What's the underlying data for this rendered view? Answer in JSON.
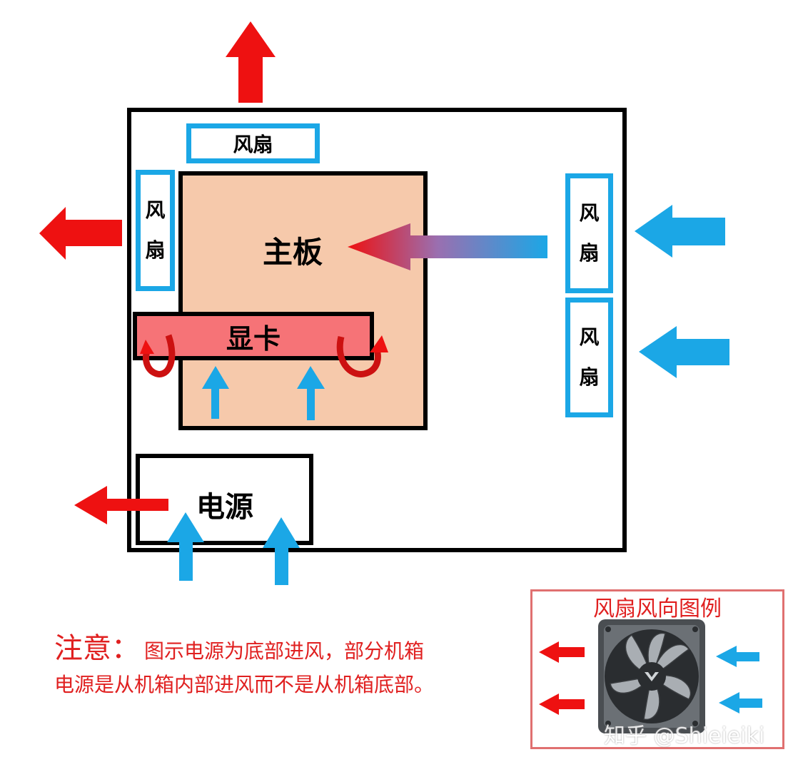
{
  "labels": {
    "fan_top": "风扇",
    "fan_left_1": "风",
    "fan_left_2": "扇",
    "fan_right1_1": "风",
    "fan_right1_2": "扇",
    "fan_right2_1": "风",
    "fan_right2_2": "扇",
    "motherboard": "主板",
    "gpu": "显卡",
    "psu": "电源"
  },
  "note": {
    "title": "注意：",
    "line1": "图示电源为底部进风，部分机箱",
    "line2": "电源是从机箱内部进风而不是从机箱底部。"
  },
  "legend": {
    "title": "风扇风向图例"
  },
  "watermark": "知乎 @Shieieiki",
  "colors": {
    "exhaust": "#ee1111",
    "intake": "#1ba7e6",
    "fan_border": "#1ba7e6",
    "motherboard": "#f6c9ab",
    "gpu": "#f67377"
  }
}
